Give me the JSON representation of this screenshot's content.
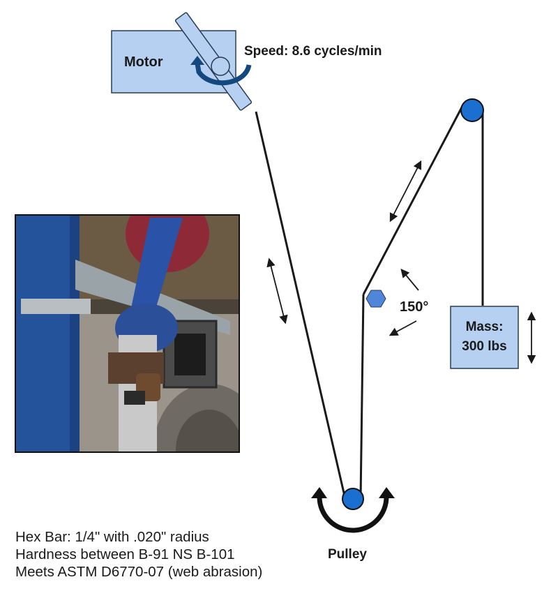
{
  "diagram": {
    "motor_label": "Motor",
    "speed_label": "Speed: 8.6 cycles/min",
    "angle_label": "150°",
    "mass_label_line1": "Mass:",
    "mass_label_line2": "300 lbs",
    "pulley_label": "Pulley"
  },
  "notes": [
    "Hex Bar: 1/4\" with .020\" radius",
    "Hardness between B-91 NS B-101",
    "Meets ASTM D6770-07 (web abrasion)"
  ],
  "colors": {
    "box_fill": "#b5d0f0",
    "box_stroke": "#2a3a55",
    "pulley_fill": "#1a6fd0",
    "rotation_arrow": "#13487f",
    "hex_fill": "#4f86d9",
    "line": "#1a1a1a"
  }
}
